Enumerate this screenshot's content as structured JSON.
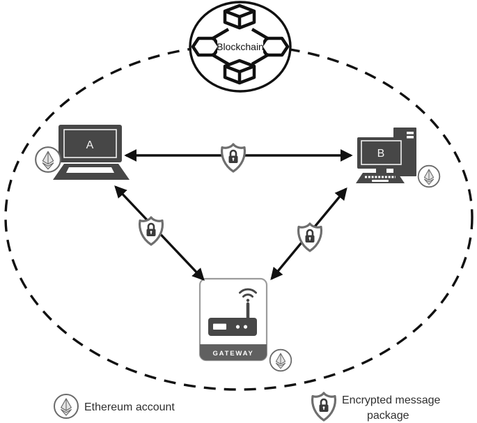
{
  "diagram": {
    "blockchain_label": "Blockchain",
    "node_a_label": "A",
    "node_b_label": "B",
    "gateway_label": "GATEWAY",
    "legend": {
      "ethereum_account": "Ethereum account",
      "encrypted_line1": "Encrypted message",
      "encrypted_line2": "package"
    },
    "nodes": [
      {
        "id": "A",
        "type": "laptop",
        "has_ethereum_account": true
      },
      {
        "id": "B",
        "type": "desktop-computer",
        "has_ethereum_account": true
      },
      {
        "id": "GATEWAY",
        "type": "wireless-gateway",
        "has_ethereum_account": true
      },
      {
        "id": "Blockchain",
        "type": "blockchain-network"
      }
    ],
    "connections": [
      {
        "from": "A",
        "to": "B",
        "bidirectional": true,
        "encrypted": true
      },
      {
        "from": "A",
        "to": "GATEWAY",
        "bidirectional": true,
        "encrypted": true
      },
      {
        "from": "B",
        "to": "GATEWAY",
        "bidirectional": true,
        "encrypted": true
      }
    ],
    "icons": {
      "blockchain": "blockchain-cubes-icon",
      "account": "ethereum-icon",
      "encryption": "shield-lock-icon",
      "gateway": "wifi-router-icon"
    },
    "colors": {
      "device": "#474747",
      "outline": "#111111",
      "shield": "#6e6e6e",
      "lock": "#3a3a3a",
      "gateway_band": "#606060",
      "gateway_border": "#9c9c9c",
      "ethereum": "#6a6a6a",
      "text": "#2f2f2f"
    }
  }
}
